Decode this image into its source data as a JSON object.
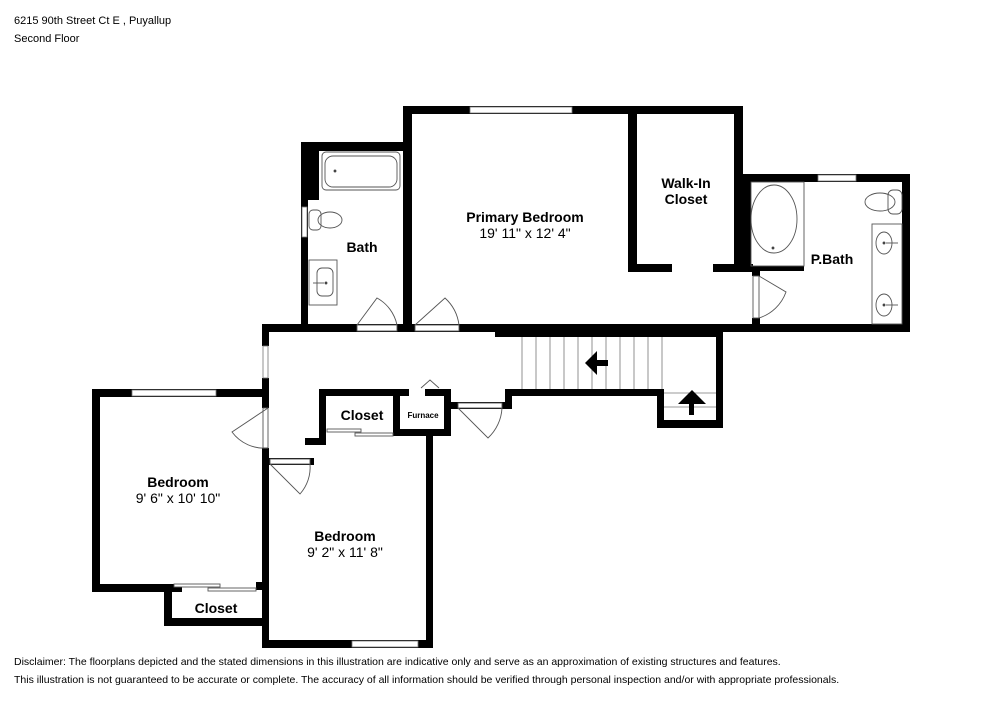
{
  "header": {
    "address": "6215 90th Street Ct E , Puyallup",
    "floor": "Second Floor"
  },
  "rooms": {
    "primary_bedroom": {
      "name": "Primary Bedroom",
      "dims": "19' 11\" x 12' 4\""
    },
    "walk_in_closet": {
      "name_line1": "Walk-In",
      "name_line2": "Closet"
    },
    "bath": {
      "name": "Bath"
    },
    "p_bath": {
      "name": "P.Bath"
    },
    "closet_hall": {
      "name": "Closet"
    },
    "furnace": {
      "name": "Furnace"
    },
    "bedroom_left": {
      "name": "Bedroom",
      "dims": "9' 6\" x 10' 10\""
    },
    "bedroom_center": {
      "name": "Bedroom",
      "dims": "9' 2\" x 11' 8\""
    },
    "closet_left": {
      "name": "Closet"
    }
  },
  "disclaimer": {
    "line1": "Disclaimer: The floorplans depicted and the stated dimensions in this illustration are indicative only and serve as an approximation of existing structures and features.",
    "line2": "This illustration is not guaranteed to be accurate or complete. The accuracy of all information should be verified through personal inspection and/or with appropriate professionals."
  },
  "colors": {
    "wall": "#000000",
    "background": "#ffffff",
    "fixture_line": "#555555"
  }
}
